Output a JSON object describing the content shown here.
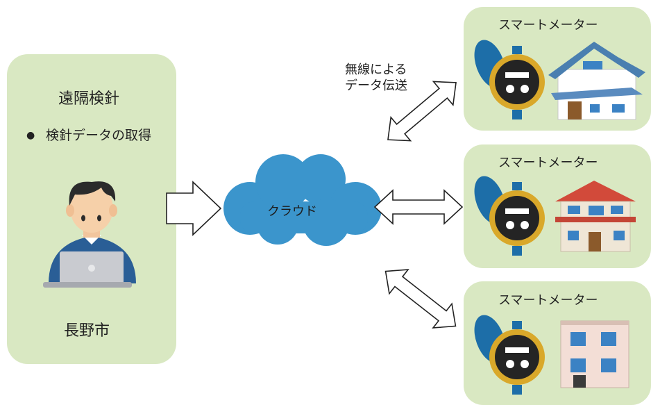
{
  "left_panel": {
    "title": "遠隔検針",
    "bullet": "検針データの取得",
    "city": "長野市"
  },
  "cloud": {
    "label": "クラウド",
    "color": "#3b95cc"
  },
  "wireless_label": [
    "無線による",
    "データ伝送"
  ],
  "meters": [
    {
      "label": "スマートメーター",
      "house": "blue-roof-house"
    },
    {
      "label": "スマートメーター",
      "house": "red-roof-house"
    },
    {
      "label": "スマートメーター",
      "house": "flat-roof-apartment"
    }
  ],
  "colors": {
    "panel": "#d9e8c2",
    "meter_body": "#1d6ea8",
    "meter_ring": "#d9a82a"
  }
}
